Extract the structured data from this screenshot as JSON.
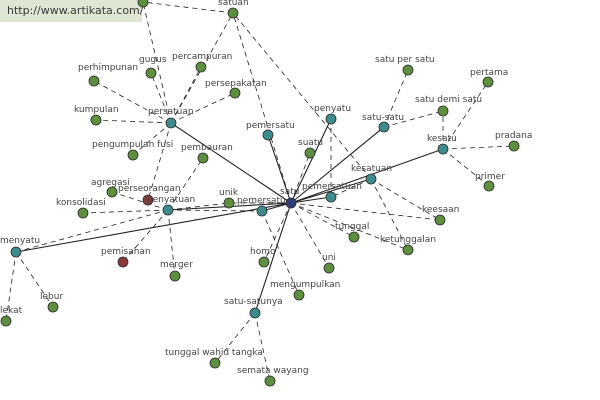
{
  "watermark": {
    "url": "http://www.artikata.com/",
    "background": "#dfe7d4"
  },
  "colors": {
    "node_green": "#5d8f3f",
    "node_teal": "#3f8c8e",
    "node_red": "#8b3a3a",
    "node_navy": "#2f3c7a",
    "edge": "#222222",
    "label": "#444444"
  },
  "nodes": [
    {
      "id": "satuan",
      "label": "satuan",
      "kind": "green"
    },
    {
      "id": "top_left_stub",
      "label": "",
      "kind": "green"
    },
    {
      "id": "perhimpunan",
      "label": "perhimpunan",
      "kind": "green"
    },
    {
      "id": "gugus",
      "label": "gugus",
      "kind": "green"
    },
    {
      "id": "percampuran",
      "label": "percampuran",
      "kind": "green"
    },
    {
      "id": "persepakatan",
      "label": "persepakatan",
      "kind": "green"
    },
    {
      "id": "persatuan",
      "label": "persatuan",
      "kind": "teal"
    },
    {
      "id": "kumpulan",
      "label": "kumpulan",
      "kind": "green"
    },
    {
      "id": "pengumpulan_fusi",
      "label": "pengumpulan fusi",
      "kind": "green"
    },
    {
      "id": "pembauran",
      "label": "pembauran",
      "kind": "green"
    },
    {
      "id": "agregasi",
      "label": "agregasi",
      "kind": "green"
    },
    {
      "id": "perseorangan",
      "label": "perseorangan",
      "kind": "red"
    },
    {
      "id": "penyatuan",
      "label": "penyatuan",
      "kind": "teal"
    },
    {
      "id": "konsolidasi",
      "label": "konsolidasi",
      "kind": "green"
    },
    {
      "id": "unik",
      "label": "unik",
      "kind": "green"
    },
    {
      "id": "pemersatu_mid",
      "label": "pemersatu",
      "kind": "teal"
    },
    {
      "id": "pemersatu_top",
      "label": "pemersatu",
      "kind": "teal"
    },
    {
      "id": "satu",
      "label": "satu",
      "kind": "navy"
    },
    {
      "id": "suatu",
      "label": "suatu",
      "kind": "green"
    },
    {
      "id": "penyatu",
      "label": "penyatu",
      "kind": "teal"
    },
    {
      "id": "pemersatuan",
      "label": "pemersatuan",
      "kind": "teal"
    },
    {
      "id": "kesatuan",
      "label": "kesatuan",
      "kind": "teal"
    },
    {
      "id": "satu_satu",
      "label": "satu-satu",
      "kind": "teal"
    },
    {
      "id": "satu_per_satu",
      "label": "satu per satu",
      "kind": "green"
    },
    {
      "id": "satu_demi_satu",
      "label": "satu demi satu",
      "kind": "green"
    },
    {
      "id": "pertama",
      "label": "pertama",
      "kind": "green"
    },
    {
      "id": "kesatu",
      "label": "kesatu",
      "kind": "teal"
    },
    {
      "id": "pradana",
      "label": "pradana",
      "kind": "green"
    },
    {
      "id": "primer",
      "label": "primer",
      "kind": "green"
    },
    {
      "id": "keesaan",
      "label": "keesaan",
      "kind": "green"
    },
    {
      "id": "ketunggalan",
      "label": "ketunggalan",
      "kind": "green"
    },
    {
      "id": "tunggal",
      "label": "tunggal",
      "kind": "green"
    },
    {
      "id": "uni",
      "label": "uni",
      "kind": "green"
    },
    {
      "id": "homo",
      "label": "homo",
      "kind": "green"
    },
    {
      "id": "mengumpulkan",
      "label": "mengumpulkan",
      "kind": "green"
    },
    {
      "id": "satu_satunya",
      "label": "satu-satunya",
      "kind": "teal"
    },
    {
      "id": "tunggal_wahid_tangka",
      "label": "tunggal wahid tangka",
      "kind": "green"
    },
    {
      "id": "semata_wayang",
      "label": "semata wayang",
      "kind": "green"
    },
    {
      "id": "menyatu",
      "label": "menyatu",
      "kind": "teal"
    },
    {
      "id": "lebur",
      "label": "lebur",
      "kind": "green"
    },
    {
      "id": "lekat",
      "label": "lekat",
      "kind": "green"
    },
    {
      "id": "pemisahan",
      "label": "pemisahan",
      "kind": "red"
    },
    {
      "id": "merger",
      "label": "merger",
      "kind": "green"
    }
  ],
  "edges": [
    {
      "from": "satu",
      "to": "persatuan",
      "style": "solid"
    },
    {
      "from": "satu",
      "to": "penyatuan",
      "style": "solid"
    },
    {
      "from": "satu",
      "to": "menyatu",
      "style": "solid"
    },
    {
      "from": "satu",
      "to": "satu_satunya",
      "style": "solid"
    },
    {
      "from": "satu",
      "to": "kesatu",
      "style": "solid"
    },
    {
      "from": "satu",
      "to": "kesatuan",
      "style": "solid"
    },
    {
      "from": "satu",
      "to": "satu_satu",
      "style": "solid"
    },
    {
      "from": "satu",
      "to": "penyatu",
      "style": "solid"
    },
    {
      "from": "satu",
      "to": "pemersatu_top",
      "style": "solid"
    },
    {
      "from": "satu",
      "to": "pemersatu_mid",
      "style": "solid"
    },
    {
      "from": "satu",
      "to": "pemersatuan",
      "style": "solid"
    },
    {
      "from": "satu",
      "to": "unik",
      "style": "dashed"
    },
    {
      "from": "satu",
      "to": "suatu",
      "style": "dashed"
    },
    {
      "from": "satu",
      "to": "tunggal",
      "style": "dashed"
    },
    {
      "from": "satu",
      "to": "uni",
      "style": "dashed"
    },
    {
      "from": "satu",
      "to": "homo",
      "style": "dashed"
    },
    {
      "from": "satu",
      "to": "satuan",
      "style": "dashed"
    },
    {
      "from": "satu",
      "to": "ketunggalan",
      "style": "dashed"
    },
    {
      "from": "satu",
      "to": "keesaan",
      "style": "dashed"
    },
    {
      "from": "pemersatu_mid",
      "to": "mengumpulkan",
      "style": "dashed"
    },
    {
      "from": "persatuan",
      "to": "perhimpunan",
      "style": "dashed"
    },
    {
      "from": "persatuan",
      "to": "gugus",
      "style": "dashed"
    },
    {
      "from": "persatuan",
      "to": "percampuran",
      "style": "dashed"
    },
    {
      "from": "persatuan",
      "to": "persepakatan",
      "style": "dashed"
    },
    {
      "from": "persatuan",
      "to": "kumpulan",
      "style": "dashed"
    },
    {
      "from": "persatuan",
      "to": "pengumpulan_fusi",
      "style": "dashed"
    },
    {
      "from": "persatuan",
      "to": "satuan",
      "style": "dashed"
    },
    {
      "from": "persatuan",
      "to": "top_left_stub",
      "style": "dashed"
    },
    {
      "from": "persatuan",
      "to": "perseorangan",
      "style": "dashed"
    },
    {
      "from": "penyatuan",
      "to": "pembauran",
      "style": "dashed"
    },
    {
      "from": "penyatuan",
      "to": "agregasi",
      "style": "dashed"
    },
    {
      "from": "penyatuan",
      "to": "konsolidasi",
      "style": "dashed"
    },
    {
      "from": "penyatuan",
      "to": "merger",
      "style": "dashed"
    },
    {
      "from": "penyatuan",
      "to": "pemisahan",
      "style": "dashed"
    },
    {
      "from": "penyatuan",
      "to": "pemersatu_mid",
      "style": "dashed"
    },
    {
      "from": "penyatuan",
      "to": "unik",
      "style": "dashed"
    },
    {
      "from": "menyatu",
      "to": "lebur",
      "style": "dashed"
    },
    {
      "from": "menyatu",
      "to": "lekat",
      "style": "dashed"
    },
    {
      "from": "menyatu",
      "to": "penyatuan",
      "style": "dashed"
    },
    {
      "from": "satu_satunya",
      "to": "tunggal_wahid_tangka",
      "style": "dashed"
    },
    {
      "from": "satu_satunya",
      "to": "semata_wayang",
      "style": "dashed"
    },
    {
      "from": "kesatu",
      "to": "pertama",
      "style": "dashed"
    },
    {
      "from": "kesatu",
      "to": "pradana",
      "style": "dashed"
    },
    {
      "from": "kesatu",
      "to": "primer",
      "style": "dashed"
    },
    {
      "from": "kesatu",
      "to": "satu_demi_satu",
      "style": "dashed"
    },
    {
      "from": "satu_satu",
      "to": "satu_per_satu",
      "style": "dashed"
    },
    {
      "from": "satu_satu",
      "to": "satu_demi_satu",
      "style": "dashed"
    },
    {
      "from": "kesatuan",
      "to": "keesaan",
      "style": "dashed"
    },
    {
      "from": "kesatuan",
      "to": "ketunggalan",
      "style": "dashed"
    },
    {
      "from": "kesatuan",
      "to": "satuan",
      "style": "dashed"
    },
    {
      "from": "kesatuan",
      "to": "pemersatuan",
      "style": "dashed"
    },
    {
      "from": "penyatu",
      "to": "pemersatuan",
      "style": "dashed"
    },
    {
      "from": "satuan",
      "to": "top_left_stub",
      "style": "dashed"
    }
  ]
}
